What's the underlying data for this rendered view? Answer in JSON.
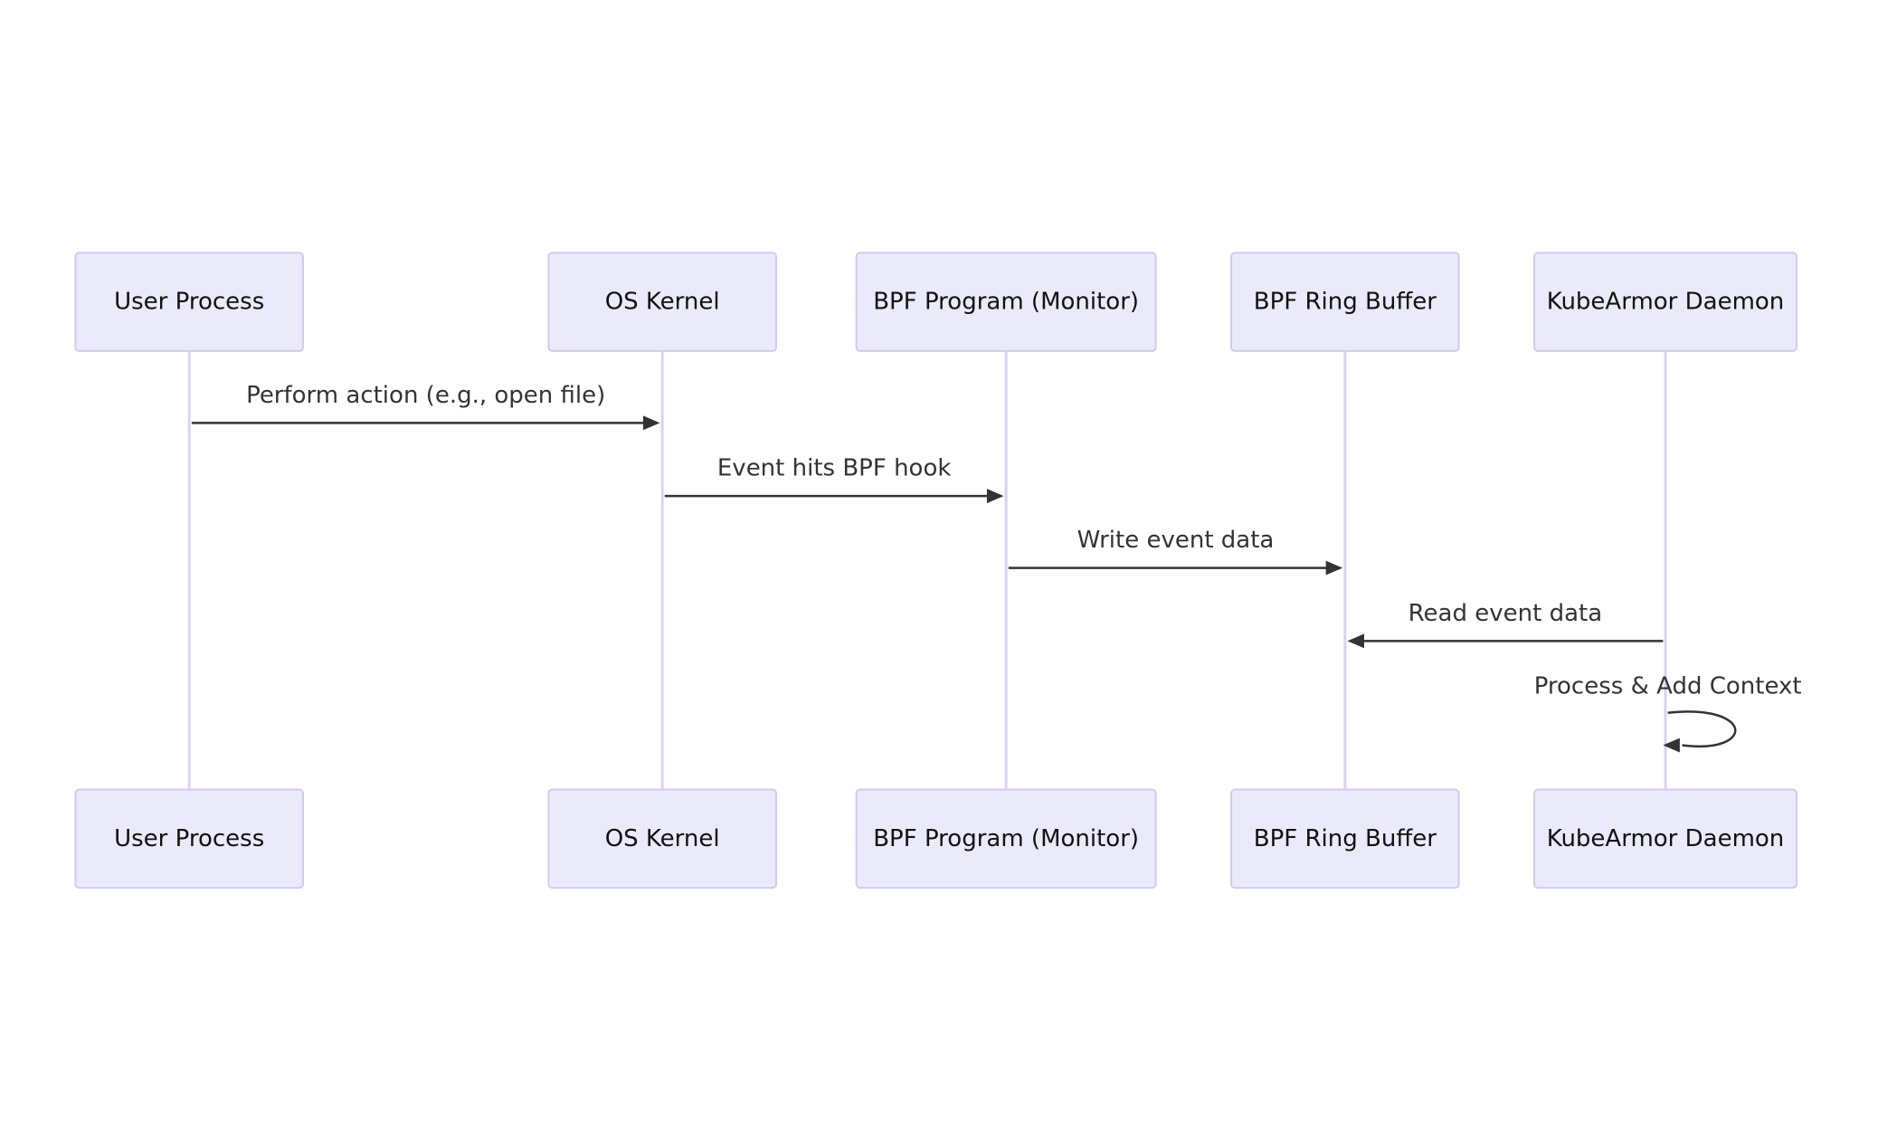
{
  "diagram": {
    "type": "sequence",
    "colors": {
      "actor_fill": "#eaeafb",
      "actor_border": "#cfcaf0",
      "lifeline": "#d8d3f3",
      "message": "#333333"
    },
    "participants": [
      {
        "id": "user",
        "label": "User Process"
      },
      {
        "id": "kernel",
        "label": "OS Kernel"
      },
      {
        "id": "bpf",
        "label": "BPF Program (Monitor)"
      },
      {
        "id": "ring",
        "label": "BPF Ring Buffer"
      },
      {
        "id": "daemon",
        "label": "KubeArmor Daemon"
      }
    ],
    "messages": [
      {
        "from": "user",
        "to": "kernel",
        "label": "Perform action (e.g., open file)"
      },
      {
        "from": "kernel",
        "to": "bpf",
        "label": "Event hits BPF hook"
      },
      {
        "from": "bpf",
        "to": "ring",
        "label": "Write event data"
      },
      {
        "from": "daemon",
        "to": "ring",
        "label": "Read event data"
      },
      {
        "from": "daemon",
        "to": "daemon",
        "label": "Process & Add Context"
      }
    ]
  }
}
